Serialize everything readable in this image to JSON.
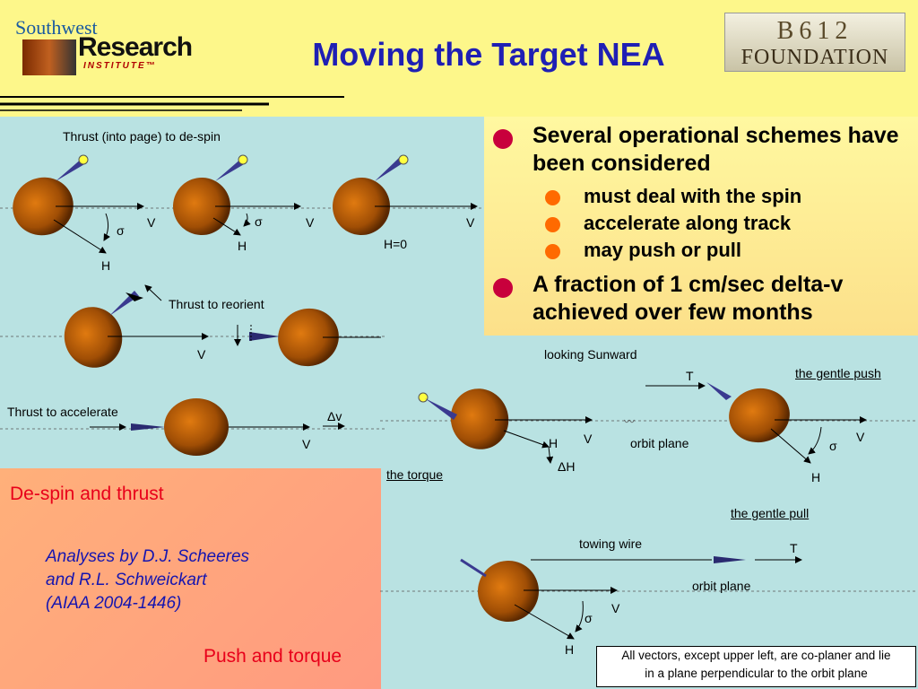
{
  "header": {
    "title": "Moving the Target NEA",
    "logo_swri_top": "Southwest",
    "logo_swri_mid": "Research",
    "logo_swri_bot": "INSTITUTE™",
    "logo_b612_top": "B612",
    "logo_b612_bot": "FOUNDATION"
  },
  "bullets": {
    "b1": "Several operational schemes have been considered",
    "sub1": "must deal with the spin",
    "sub2": "accelerate along track",
    "sub3": "may push or pull",
    "b2": "A fraction of 1 cm/sec delta-v achieved over few months"
  },
  "left_diagram": {
    "despin_title": "Thrust (into page) to de-spin",
    "v": "V",
    "h": "H",
    "sigma": "σ",
    "h_zero": "H=0",
    "reorient": "Thrust to reorient",
    "accelerate": "Thrust to accelerate",
    "delta_v": "Δv"
  },
  "right_diagram": {
    "looking_sunward": "looking Sunward",
    "gentle_push": "the gentle push",
    "t": "T",
    "v": "V",
    "h": "H",
    "delta_h": "ΔH",
    "sigma": "σ",
    "orbit_plane": "orbit plane",
    "torque": "the torque",
    "gentle_pull": "the gentle pull",
    "towing_wire": "towing wire"
  },
  "bottom_left": {
    "despin_thrust": "De-spin and thrust",
    "citation_1": "Analyses by D.J. Scheeres",
    "citation_2": "and R.L. Schweickart",
    "citation_3": "(AIAA 2004-1446)",
    "push_torque": "Push and torque"
  },
  "note": {
    "line1": "All vectors, except upper left, are co-planer and lie",
    "line2": "in a plane perpendicular to the orbit plane"
  },
  "colors": {
    "title": "#1f1fb4",
    "bullet_main": "#c8003c",
    "bullet_sub": "#ff6a00",
    "asteroid": "#b35a00"
  }
}
